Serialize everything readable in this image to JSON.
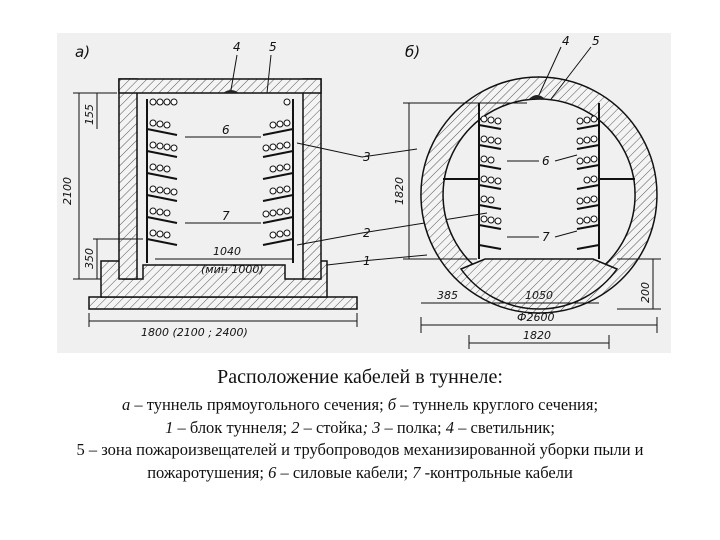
{
  "figure": {
    "rect_tunnel": {
      "label": "а)",
      "callouts": [
        "4",
        "5",
        "6",
        "7"
      ],
      "dims": {
        "height_total": "2100",
        "top_gap": "155",
        "bottom_gap": "350",
        "passage": "1040",
        "passage_min": "(мин 1000)",
        "outer_width": "1800 (2100 ; 2400)"
      }
    },
    "round_tunnel": {
      "label": "б)",
      "callouts": [
        "4",
        "5",
        "6",
        "7"
      ],
      "dims": {
        "height": "1820",
        "offset": "385",
        "passage": "1050",
        "diameter": "Ф2600",
        "overall": "1820",
        "base": "200"
      }
    },
    "shared_callouts": [
      "3",
      "2",
      "1"
    ]
  },
  "caption": {
    "title": "Расположение кабелей в туннеле:",
    "l1a": "а",
    "l1b": " – туннель прямоугольного сечения; ",
    "l1c": "б",
    "l1d": " – туннель круглого сечения;",
    "l2a": "1",
    "l2b": " – блок туннеля; ",
    "l2c": "2",
    "l2d": " – стойка",
    "l2e": "; 3",
    "l2f": " – полка; ",
    "l2g": "4",
    "l2h": " – светильник;",
    "l3": "5 – зона пожароизвещателей и трубопроводов механизированной уборки пыли и пожаротушения; ",
    "l3b": "6",
    "l3c": " – силовые кабели; ",
    "l3d": "7",
    "l3e": " -контрольные кабели"
  }
}
